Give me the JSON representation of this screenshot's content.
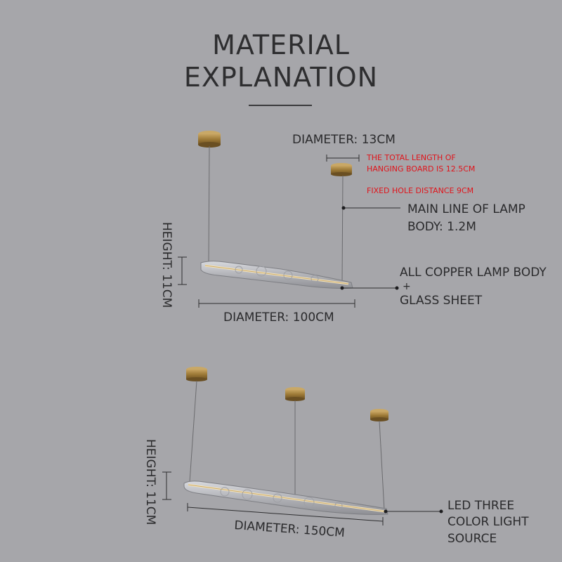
{
  "title": {
    "line1": "MATERIAL",
    "line2": "EXPLANATION"
  },
  "top_product": {
    "canopy_diameter": "DIAMETER: 13CM",
    "hanging_board_note": "THE TOTAL LENGTH OF",
    "hanging_board_note2": "HANGING BOARD IS 12.5CM",
    "hole_distance_note": "FIXED HOLE DISTANCE 9CM",
    "main_line_1": "MAIN LINE OF LAMP",
    "main_line_2": "BODY: 1.2M",
    "material_1": "ALL COPPER LAMP BODY",
    "material_plus": "+",
    "material_2": "GLASS SHEET",
    "height": "HEIGHT: 11CM",
    "length": "DIAMETER: 100CM"
  },
  "bottom_product": {
    "height": "HEIGHT: 11CM",
    "length": "DIAMETER: 150CM",
    "light_1": "LED THREE",
    "light_2": "COLOR LIGHT",
    "light_3": "SOURCE"
  },
  "colors": {
    "background": "#a6a6aa",
    "brass": "#9a7a3c",
    "red_note": "#e0141b"
  }
}
